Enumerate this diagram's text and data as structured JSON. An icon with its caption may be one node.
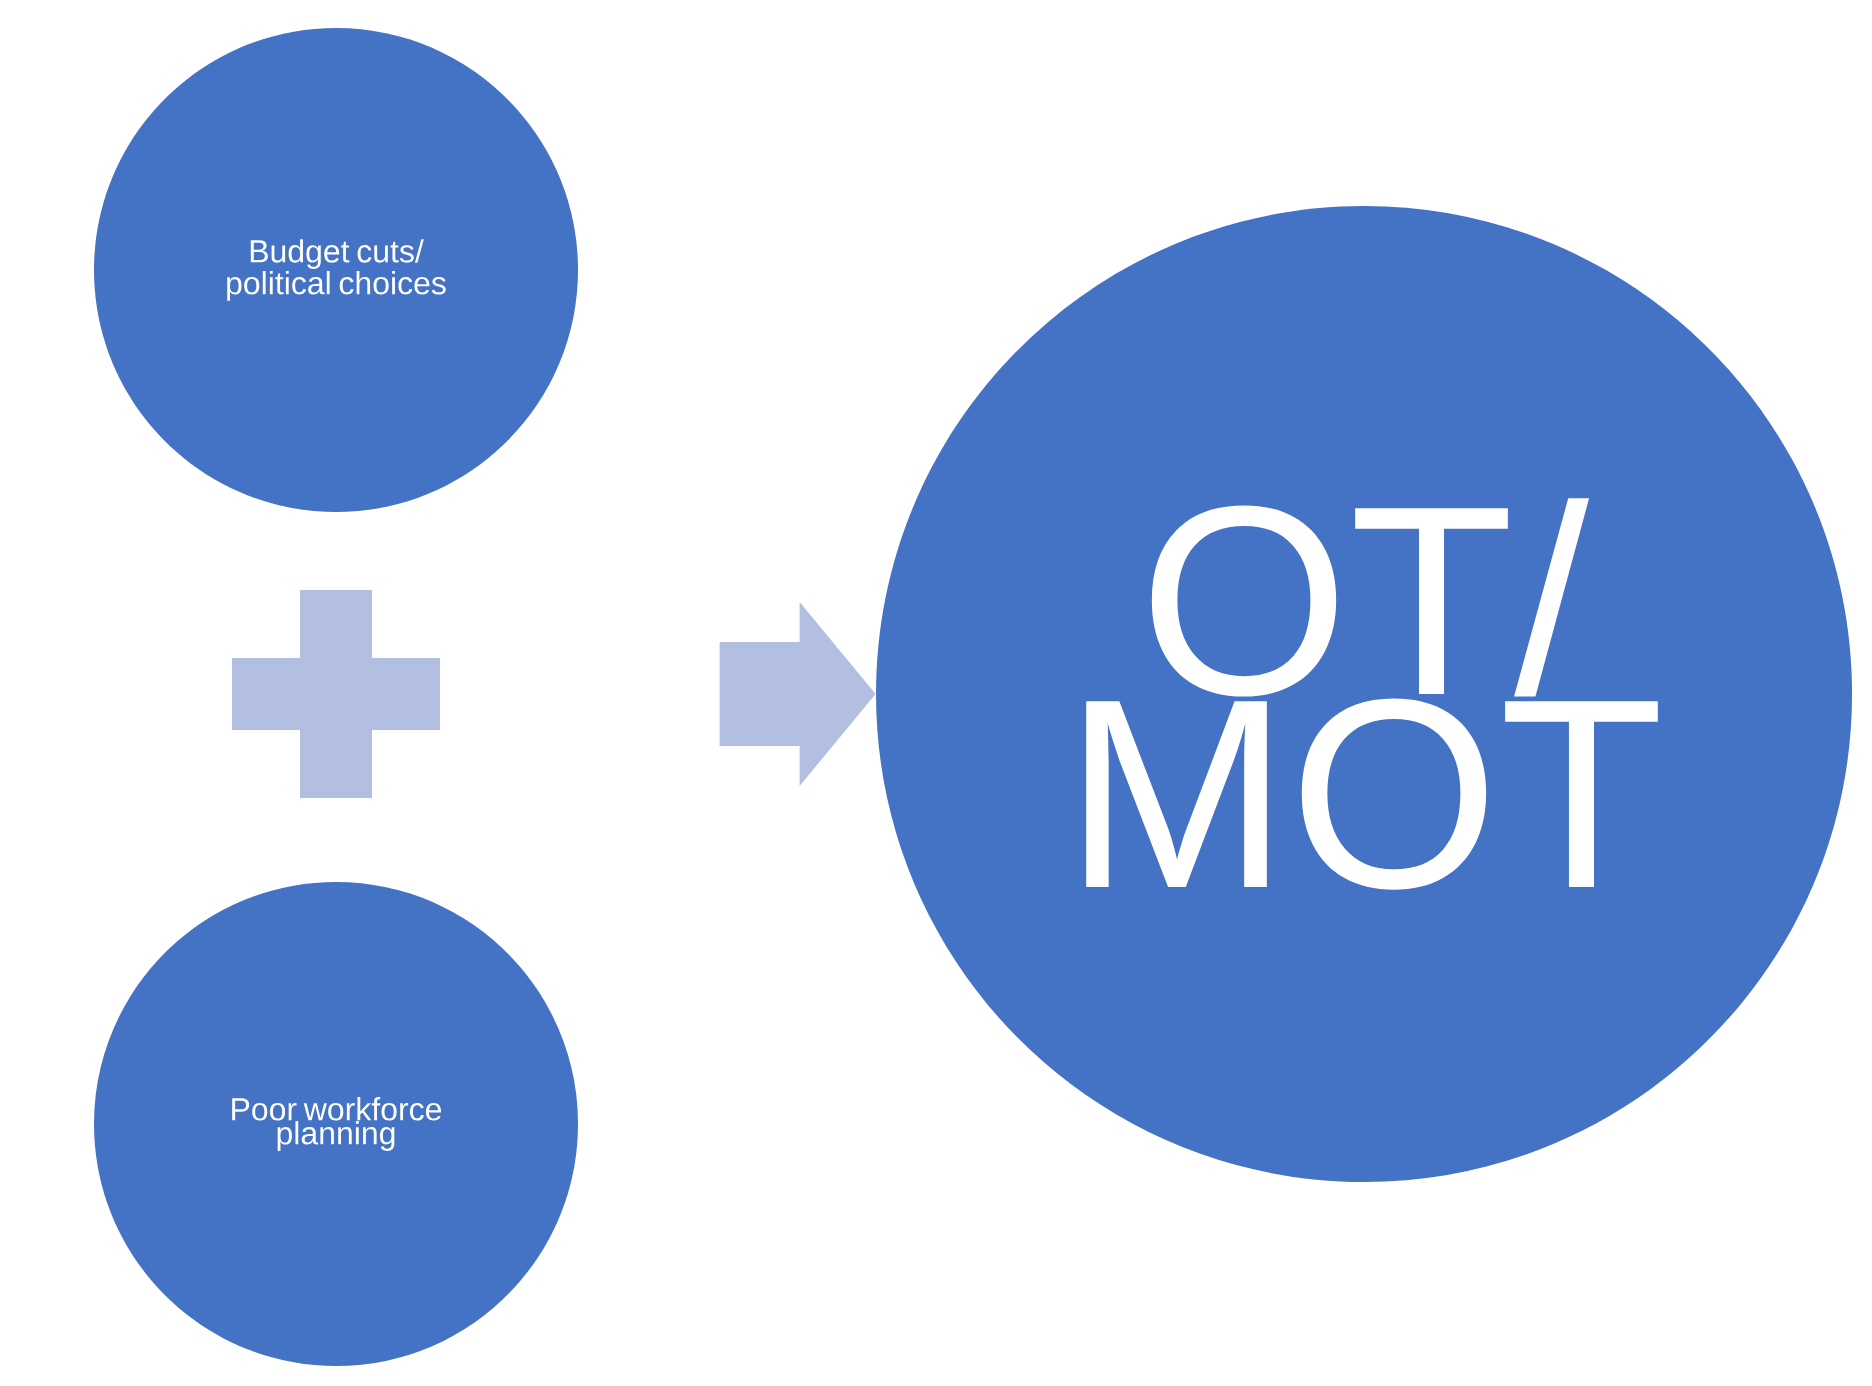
{
  "diagram": {
    "nodes": [
      {
        "text": [
          "Budget cuts/ political choices"
        ]
      },
      {
        "text": [],
        "shape": "plus"
      },
      {
        "text": [
          "Poor workforce planning"
        ]
      },
      {
        "text": [
          "OT/ MOT"
        ]
      }
    ],
    "edges": [
      {
        "from": null,
        "to": 3,
        "arrow": "to"
      }
    ]
  }
}
